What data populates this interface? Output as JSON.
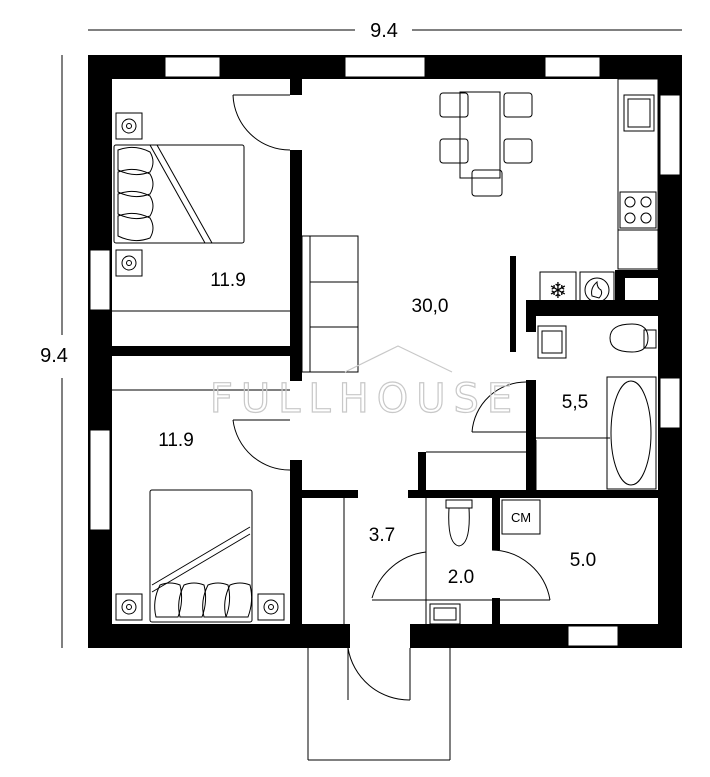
{
  "dimensions": {
    "width_label": "9.4",
    "height_label": "9.4"
  },
  "rooms": [
    {
      "id": "bedroom-top",
      "area": "11.9"
    },
    {
      "id": "living-kitchen",
      "area": "30,0"
    },
    {
      "id": "bathroom",
      "area": "5,5"
    },
    {
      "id": "bedroom-bottom",
      "area": "11.9"
    },
    {
      "id": "hall",
      "area": "3.7"
    },
    {
      "id": "toilet",
      "area": "2.0"
    },
    {
      "id": "utility",
      "area": "5.0"
    }
  ],
  "appliances": {
    "washing_machine_label": "СМ"
  },
  "watermark": {
    "text": "FULLHOUSE"
  },
  "colors": {
    "wall": "#000000",
    "watermark": "#c8c8c8"
  }
}
